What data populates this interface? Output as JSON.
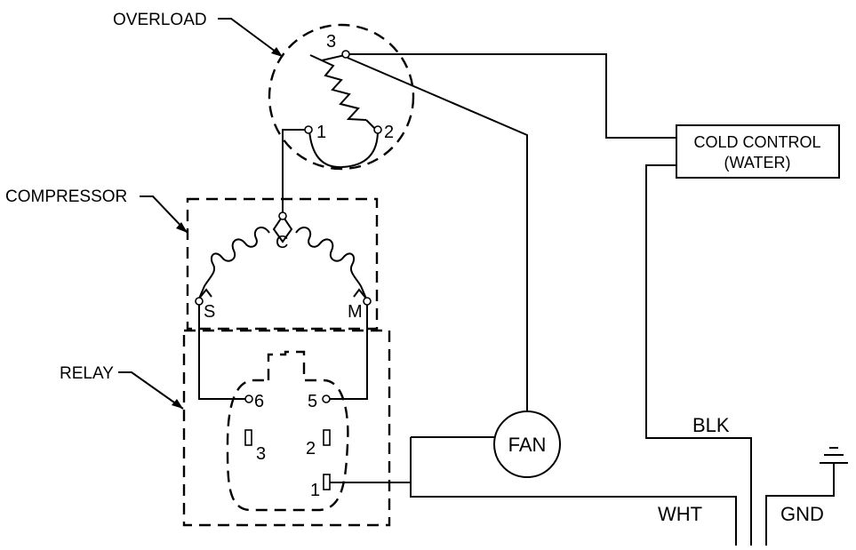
{
  "callouts": {
    "overload": "OVERLOAD",
    "compressor": "COMPRESSOR",
    "relay": "RELAY"
  },
  "overload": {
    "terminal_1": "1",
    "terminal_2": "2",
    "terminal_3": "3"
  },
  "compressor": {
    "common": "C",
    "start": "S",
    "main": "M"
  },
  "relay": {
    "terminal_6": "6",
    "terminal_5": "5",
    "terminal_3": "3",
    "terminal_2": "2",
    "terminal_1": "1"
  },
  "cold_control": {
    "line1": "COLD CONTROL",
    "line2": "(WATER)"
  },
  "fan": {
    "label": "FAN"
  },
  "wires": {
    "black": "BLK",
    "white": "WHT",
    "ground": "GND"
  }
}
